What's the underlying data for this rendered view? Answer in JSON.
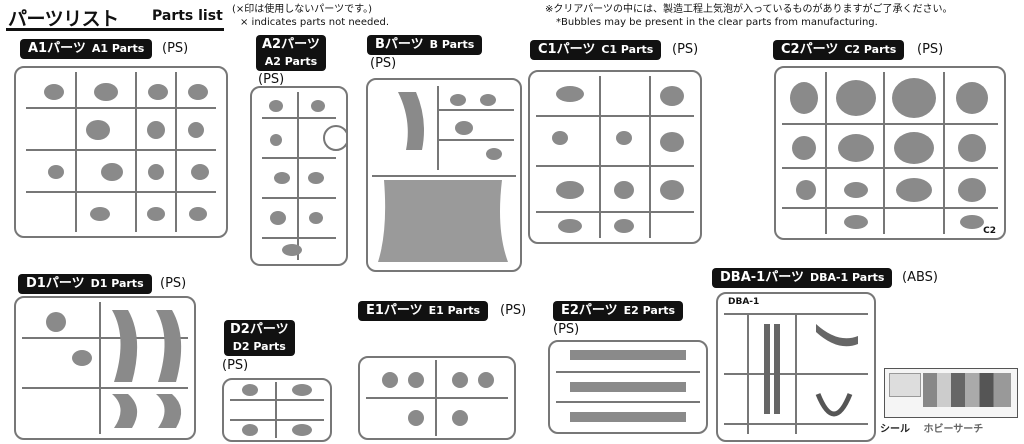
{
  "header": {
    "title_jp": "パーツリスト",
    "title_en": "Parts list"
  },
  "notes": {
    "left_jp": "(×印は使用しないパーツです。)",
    "left_en": "× indicates parts not needed.",
    "right_jp": "※クリアパーツの中には、製造工程上気泡が入っているものがありますがご了承ください。",
    "right_en": "*Bubbles may be present in the clear parts from manufacturing."
  },
  "sections": {
    "a1": {
      "jp": "A1パーツ",
      "en": "A1 Parts",
      "material": "(PS)"
    },
    "a2": {
      "jp": "A2パーツ",
      "en": "A2 Parts",
      "material": "(PS)"
    },
    "b": {
      "jp": "Bパーツ",
      "en": "B Parts",
      "material": "(PS)"
    },
    "c1": {
      "jp": "C1パーツ",
      "en": "C1 Parts",
      "material": "(PS)"
    },
    "c2": {
      "jp": "C2パーツ",
      "en": "C2 Parts",
      "material": "(PS)"
    },
    "d1": {
      "jp": "D1パーツ",
      "en": "D1 Parts",
      "material": "(PS)"
    },
    "d2": {
      "jp": "D2パーツ",
      "en": "D2 Parts",
      "material": "(PS)"
    },
    "e1": {
      "jp": "E1パーツ",
      "en": "E1 Parts",
      "material": "(PS)"
    },
    "e2": {
      "jp": "E2パーツ",
      "en": "E2 Parts",
      "material": "(PS)"
    },
    "dba": {
      "jp": "DBA-1パーツ",
      "en": "DBA-1 Parts",
      "material": "(ABS)"
    }
  },
  "runner_tags": {
    "dba": "DBA-1",
    "c2": "C2"
  },
  "footer": {
    "sticker": "シール",
    "watermark": "ホビーサーチ"
  }
}
